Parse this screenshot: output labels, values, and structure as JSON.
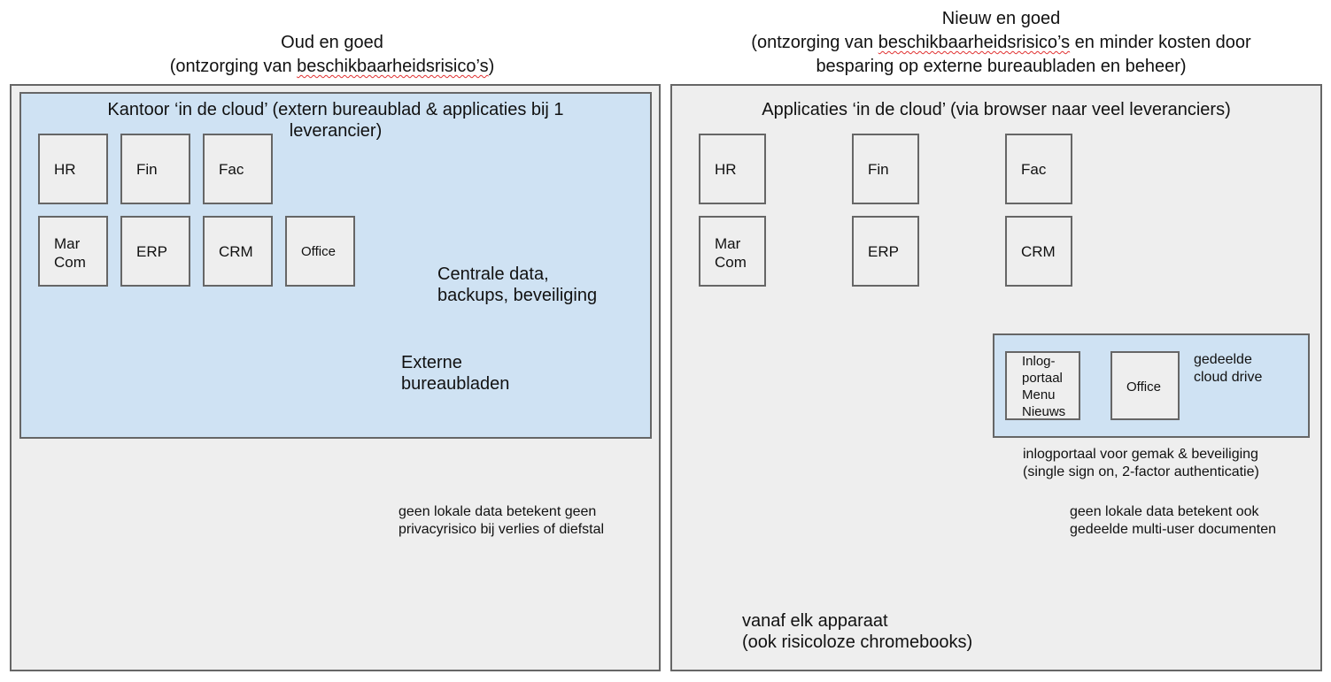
{
  "left": {
    "title_line1": "Oud en goed",
    "title_line2_pre": "(ontzorging van ",
    "title_line2_marked": "beschikbaarheidsrisico’s",
    "title_line2_post": ")",
    "cloud_label_line1": "Kantoor ‘in de cloud’ (extern bureaublad & applicaties bij 1",
    "cloud_label_line2": "leverancier)",
    "apps": [
      "HR",
      "Fin",
      "Fac",
      "Mar Com",
      "ERP",
      "CRM",
      "Office"
    ],
    "apps_marcom_line1": "Mar",
    "apps_marcom_line2": "Com",
    "data_label_line1": "Centrale data,",
    "data_label_line2": "backups, beveiliging",
    "desktops_label_line1": "Externe",
    "desktops_label_line2": "bureaubladen",
    "note_line1": "geen lokale data betekent geen",
    "note_line2": "privacyrisico bij verlies of diefstal"
  },
  "right": {
    "title_line1": "Nieuw en goed",
    "title_line2_pre": "(ontzorging van ",
    "title_line2_marked": "beschikbaarheidsrisico’s",
    "title_line2_post": " en minder kosten door",
    "title_line3": "besparing op externe bureaubladen en beheer)",
    "cloud_label": "Applicaties ‘in de cloud’ (via browser naar veel leveranciers)",
    "apps": [
      "HR",
      "Fin",
      "Fac",
      "Mar Com",
      "ERP",
      "CRM"
    ],
    "apps_marcom_line1": "Mar",
    "apps_marcom_line2": "Com",
    "portal_lines": [
      "Inlog-",
      "portaal",
      "Menu",
      "Nieuws"
    ],
    "office_label": "Office",
    "drive_label_line1": "gedeelde",
    "drive_label_line2": "cloud drive",
    "portal_note_line1": "inlogportaal voor gemak & beveiliging",
    "portal_note_line2": "(single sign on, 2-factor authenticatie)",
    "note_line1": "geen lokale data betekent ook",
    "note_line2": "gedeelde multi-user documenten",
    "device_line1": "vanaf elk apparaat",
    "device_line2": "(ook risicoloze chromebooks)"
  },
  "colors": {
    "panel_bg": "#eeeeee",
    "cloud_bg": "#cfe2f3",
    "border": "#666666",
    "highlight_ellipse": "#ff0000",
    "cross": "#990000",
    "db_fill": "#cfe2f3"
  },
  "icons": {
    "database": "database-icon",
    "backup": "backup-databases-icon",
    "desktop": "desktop-computer-icon",
    "laptop": "laptop-icon",
    "usb": "usb-stick-icon",
    "drive": "locked-hard-drive-icon",
    "cross": "cross-mark-icon",
    "remote_desktops": "remote-desktops-icon"
  }
}
